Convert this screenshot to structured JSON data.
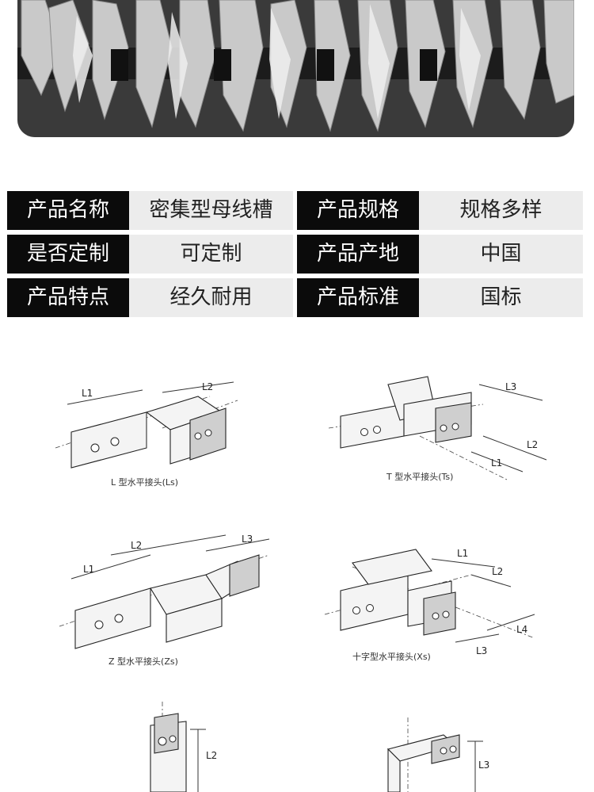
{
  "specs": [
    {
      "label": "产品名称",
      "value": "密集型母线槽",
      "label2": "产品规格",
      "value2": "规格多样"
    },
    {
      "label": "是否定制",
      "value": "可定制",
      "label2": "产品产地",
      "value2": "中国"
    },
    {
      "label": "产品特点",
      "value": "经久耐用",
      "label2": "产品标准",
      "value2": "国标"
    }
  ],
  "diagrams": {
    "l_joint": {
      "caption": "L 型水平接头(Ls)",
      "dims": [
        "L1",
        "L2"
      ]
    },
    "t_joint": {
      "caption": "T 型水平接头(Ts)",
      "dims": [
        "L3",
        "L2",
        "L1"
      ]
    },
    "z_joint": {
      "caption": "Z 型水平接头(Zs)",
      "dims": [
        "L2",
        "L1",
        "L3"
      ]
    },
    "x_joint": {
      "caption": "十字型水平接头(Xs)",
      "dims": [
        "L1",
        "L2",
        "L4",
        "L3"
      ]
    },
    "v1_joint": {
      "dims": [
        "L2"
      ]
    },
    "v2_joint": {
      "dims": [
        "L3"
      ]
    }
  }
}
